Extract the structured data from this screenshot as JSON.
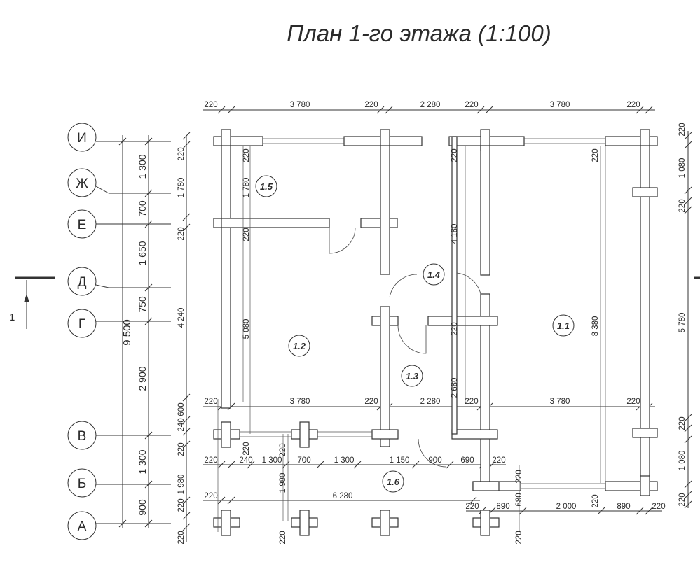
{
  "title": "План 1-го этажа (1:100)",
  "section_mark": "1",
  "colors": {
    "ink": "#2b2b2b",
    "paper": "#ffffff"
  },
  "axes": [
    "И",
    "Ж",
    "Е",
    "Д",
    "Г",
    "В",
    "Б",
    "А"
  ],
  "rooms": [
    "1.1",
    "1.2",
    "1.3",
    "1.4",
    "1.5",
    "1.6"
  ],
  "dims_top": [
    "220",
    "3 780",
    "220",
    "2 280",
    "220",
    "3 780",
    "220"
  ],
  "dims_middle": [
    "220",
    "3 780",
    "220",
    "2 280",
    "220",
    "3 780",
    "220"
  ],
  "dims_lower_row": [
    "220",
    "240",
    "1 300",
    "700",
    "1 300",
    "1 150",
    "900",
    "690",
    "220"
  ],
  "dims_porch": [
    "220",
    "6 280",
    "220",
    "890",
    "2 000",
    "890",
    "220"
  ],
  "dims_left_outer": {
    "total": "9 500",
    "segments": [
      "1 300",
      "700",
      "1 650",
      "750",
      "2 900",
      "1 300",
      "900"
    ]
  },
  "dims_left_inner": [
    "220",
    "1 780",
    "220",
    "4 240",
    "600",
    "240",
    "220",
    "1 980",
    "220",
    "220"
  ],
  "dims_right": [
    "220",
    "1 080",
    "220",
    "5 780",
    "220",
    "1 080",
    "220"
  ],
  "dims_interior": {
    "r15": "1 780",
    "r15_wall": "220",
    "r12": "5 080",
    "r12_wall": "220",
    "r14": "4 180",
    "r14_wall": "220",
    "r11": "8 380",
    "r11_wall": "220",
    "r13": "2 680",
    "r13_wall": "220",
    "r16": "1 980",
    "r16_wall": "220",
    "porch_wall": "220",
    "porch_680": "680"
  }
}
